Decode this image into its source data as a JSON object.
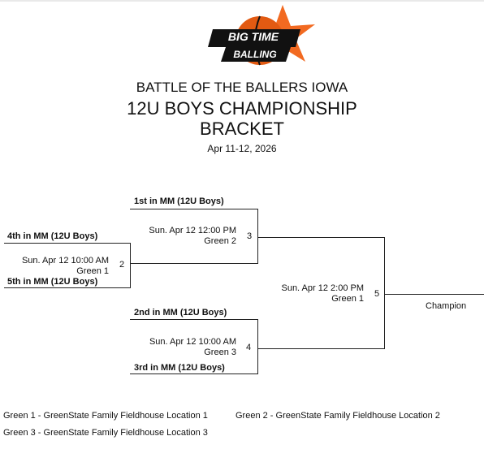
{
  "header": {
    "logo_text_1": "BIG TIME",
    "logo_text_2": "BALLING",
    "event": "BATTLE OF THE BALLERS IOWA",
    "title_line1": "12U BOYS CHAMPIONSHIP",
    "title_line2": "BRACKET",
    "date": "Apr 11-12, 2026"
  },
  "colors": {
    "accent": "#f26a21",
    "line": "#222222"
  },
  "teams": {
    "t1": "1st in MM (12U Boys)",
    "t2": "2nd in MM (12U Boys)",
    "t3": "3rd in MM (12U Boys)",
    "t4": "4th in MM (12U Boys)",
    "t5": "5th in MM (12U Boys)"
  },
  "games": {
    "g2": {
      "number": "2",
      "time": "Sun. Apr 12 10:00 AM",
      "location": "Green 1"
    },
    "g3": {
      "number": "3",
      "time": "Sun. Apr 12 12:00 PM",
      "location": "Green 2"
    },
    "g4": {
      "number": "4",
      "time": "Sun. Apr 12 10:00 AM",
      "location": "Green 3"
    },
    "g5": {
      "number": "5",
      "time": "Sun. Apr 12 2:00 PM",
      "location": "Green 1"
    }
  },
  "champion_label": "Champion",
  "legend": {
    "l1": "Green 1 - GreenState Family Fieldhouse Location 1",
    "l2": "Green 2 - GreenState Family Fieldhouse Location 2",
    "l3": "Green 3 - GreenState Family Fieldhouse Location 3"
  }
}
